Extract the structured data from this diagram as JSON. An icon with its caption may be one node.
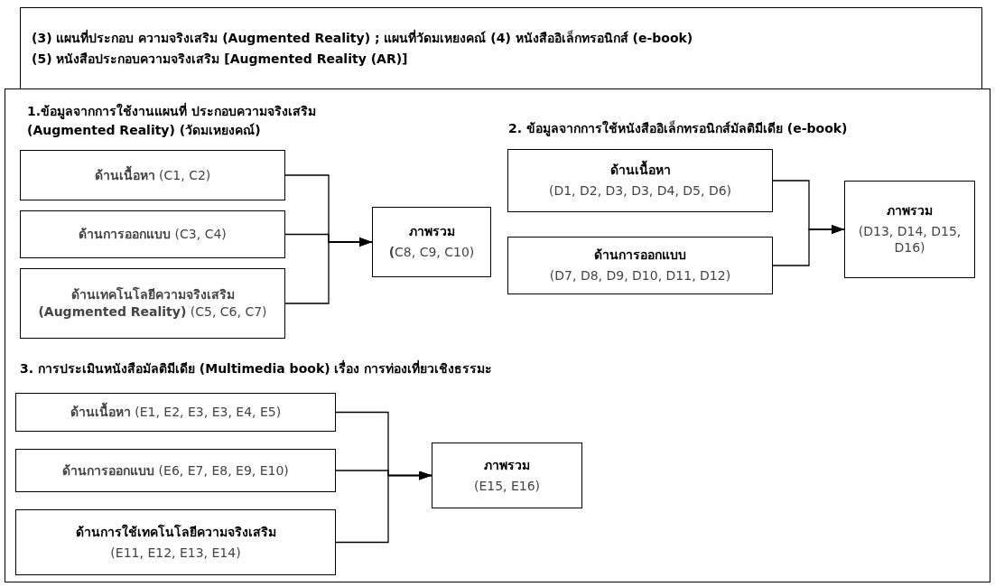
{
  "diagram": {
    "nodes": [
      {
        "text": [
          "(3) แผนที่ประกอบ ความจริงเสริม (Augmented Reality) ; แผนที่วัดมเหยงคณ์ (4) หนังสืออิเล็กทรอนิกส์ (e-book)",
          "(5) หนังสือประกอบความจริงเสริม [Augmented Reality (AR)]"
        ]
      },
      {
        "text": [
          "**ด้านเนื้อหา** (C1, C2)"
        ]
      },
      {
        "text": [
          "**ด้านการออกแบบ** (C3, C4)"
        ]
      },
      {
        "text": [
          "**ด้านเทคโนโลยีความจริงเสริม (Augmented Reality)** (C5, C6, C7)"
        ]
      },
      {
        "text": [
          "ภาพรวม",
          "**(**C8, C9, C10)"
        ]
      },
      {
        "text": [
          "ด้านเนื้อหา",
          "(D1, D2, D3, D3, D4, D5, D6)"
        ]
      },
      {
        "text": [
          "ด้านการออกแบบ",
          "(D7, D8, D9, D10, D11, D12)"
        ]
      },
      {
        "text": [
          "ภาพรวม",
          "(D13, D14, D15, D16)"
        ]
      },
      {
        "text": [
          "**ด้านเนื้อหา**  (E1, E2, E3, E3, E4, E5)"
        ]
      },
      {
        "text": [
          "**ด้านการออกแบบ** (E6, E7, E8, E9, E10)"
        ]
      },
      {
        "text": [
          "ด้านการใช้เทคโนโลยีความจริงเสริม",
          "(E11, E12, E13, E14)"
        ]
      },
      {
        "text": [
          "ภาพรวม",
          "(E15, E16)"
        ]
      }
    ],
    "edges": [
      {
        "from": 1,
        "to": 4,
        "arrow": "to"
      },
      {
        "from": 2,
        "to": 4,
        "arrow": "to"
      },
      {
        "from": 3,
        "to": 4,
        "arrow": "to"
      },
      {
        "from": 5,
        "to": 7,
        "arrow": "to"
      },
      {
        "from": 6,
        "to": 7,
        "arrow": "to"
      },
      {
        "from": 8,
        "to": 11,
        "arrow": "to"
      },
      {
        "from": 9,
        "to": 11,
        "arrow": "to"
      },
      {
        "from": 10,
        "to": 11,
        "arrow": "to"
      }
    ],
    "labels": [
      "1.ข้อมูลจากการใช้งานแผนที่ ประกอบความจริงเสริม (Augmented Reality) (วัดมเหยงคณ์)",
      "2. ข้อมูลจากการใช้หนังสืออิเล็กทรอนิกส์มัลติมีเดีย (e-book)",
      "3. การประเมินหนังสือมัลติมีเดีย (Multimedia book) เรื่อง การท่องเที่ยวเชิงธรรมะ"
    ]
  }
}
